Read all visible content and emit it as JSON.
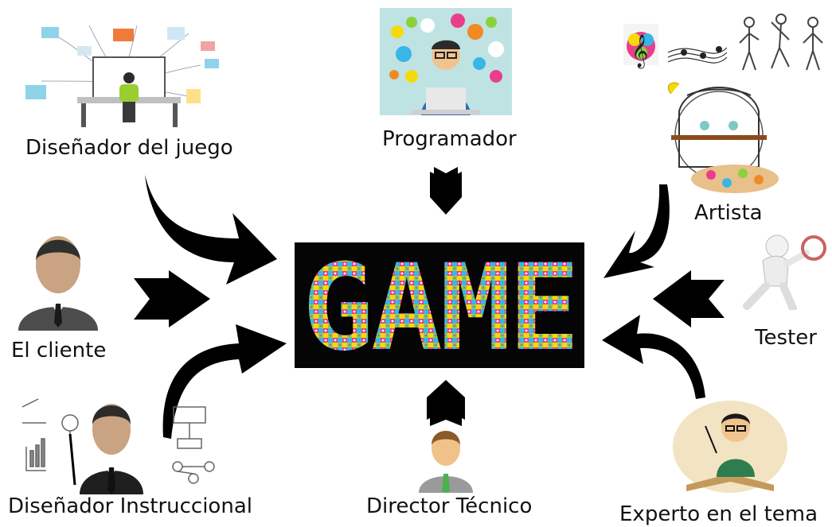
{
  "center": {
    "word": "GAME"
  },
  "roles": {
    "disenador_juego": "Diseñador del juego",
    "programador": "Programador",
    "artista": "Artista",
    "cliente": "El cliente",
    "tester": "Tester",
    "disenador_instruccional": "Diseñador Instruccional",
    "director_tecnico": "Director Técnico",
    "experto": "Experto en el tema"
  },
  "colors": {
    "background": "#ffffff",
    "arrow": "#000000",
    "game_bg": "#050505",
    "game_tiles": [
      "#e83e8c",
      "#38b6e8",
      "#f5d90a",
      "#8bd13f",
      "#f08a24",
      "#ffffff",
      "#b05fd6"
    ]
  }
}
